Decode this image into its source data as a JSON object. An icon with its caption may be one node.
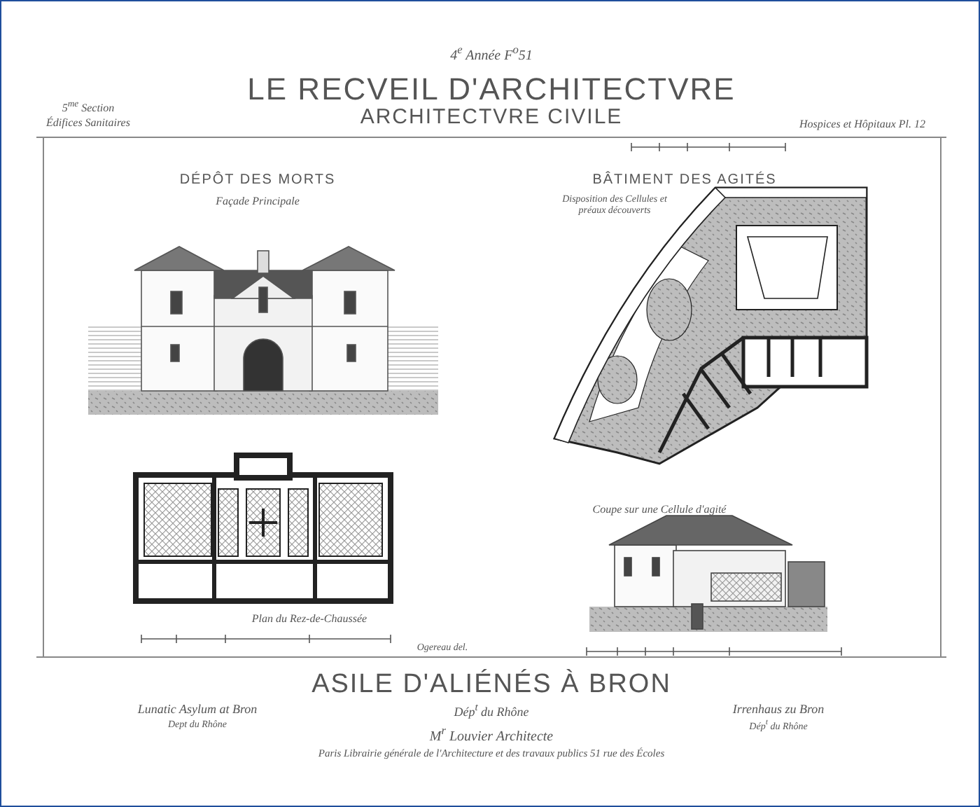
{
  "diagram": {
    "title": "LE RECVEIL D'ARCHITECTVRE",
    "labels": [
      "4$^{e}$ Année F$^{o}$51",
      "ARCHITECTVRE CIVILE",
      "5$^{me}$ Section",
      "Édifices Sanitaires",
      "Hospices et Hôpitaux Pl. 12",
      "DÉPÔT DES MORTS",
      "Façade Principale",
      "BÂTIMENT DES AGITÉS",
      "Disposition des Cellules et préaux découverts",
      "Plan du Rez-de-Chaussée",
      "Coupe sur une Cellule d'agité",
      "Ogereau del.",
      "ASILE D'ALIÉNÉS À BRON",
      "Lunatic Asylum at Bron",
      "Dép$^{t}$ du Rhône",
      "Irrenhaus zu Bron",
      "Dept du Rhône",
      "Dép$^{t}$ du Rhône",
      "M$^{r}$ Louvier Architecte",
      "Paris Librairie générale de l'Architecture et des travaux publics 51 rue des Écoles"
    ]
  }
}
